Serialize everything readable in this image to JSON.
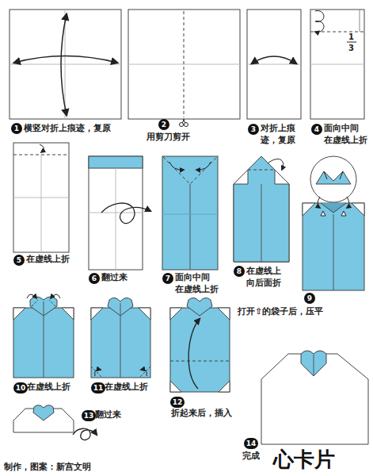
{
  "diagram": {
    "title": "心卡片",
    "nodes": [
      {
        "text": [
          "1"
        ]
      },
      {
        "text": [
          "2"
        ]
      },
      {
        "text": [
          "3"
        ]
      },
      {
        "text": [
          "4"
        ]
      },
      {
        "text": [
          "5"
        ]
      },
      {
        "text": [
          "6"
        ]
      },
      {
        "text": [
          "7"
        ]
      },
      {
        "text": [
          "8"
        ]
      },
      {
        "text": [
          "9"
        ]
      },
      {
        "text": [
          "10"
        ]
      },
      {
        "text": [
          "11"
        ]
      },
      {
        "text": [
          "12"
        ]
      },
      {
        "text": [
          "13"
        ]
      },
      {
        "text": [
          "14"
        ]
      }
    ],
    "labels": [
      "横竖对折上痕迹，复原",
      "用剪刀剪开",
      "对折上痕迹，复原",
      "1",
      "3",
      "面向中间 在虚线上折",
      "在虚线上折",
      "翻过来",
      "面向中间 在虚线上折",
      "在虚线上 向后面折",
      "打开⇧的袋子后，压平",
      "在虚线上折",
      "在虚线上折",
      "折起来后，插入",
      "翻过来",
      "完成",
      "制作，图案：新宫文明"
    ]
  }
}
